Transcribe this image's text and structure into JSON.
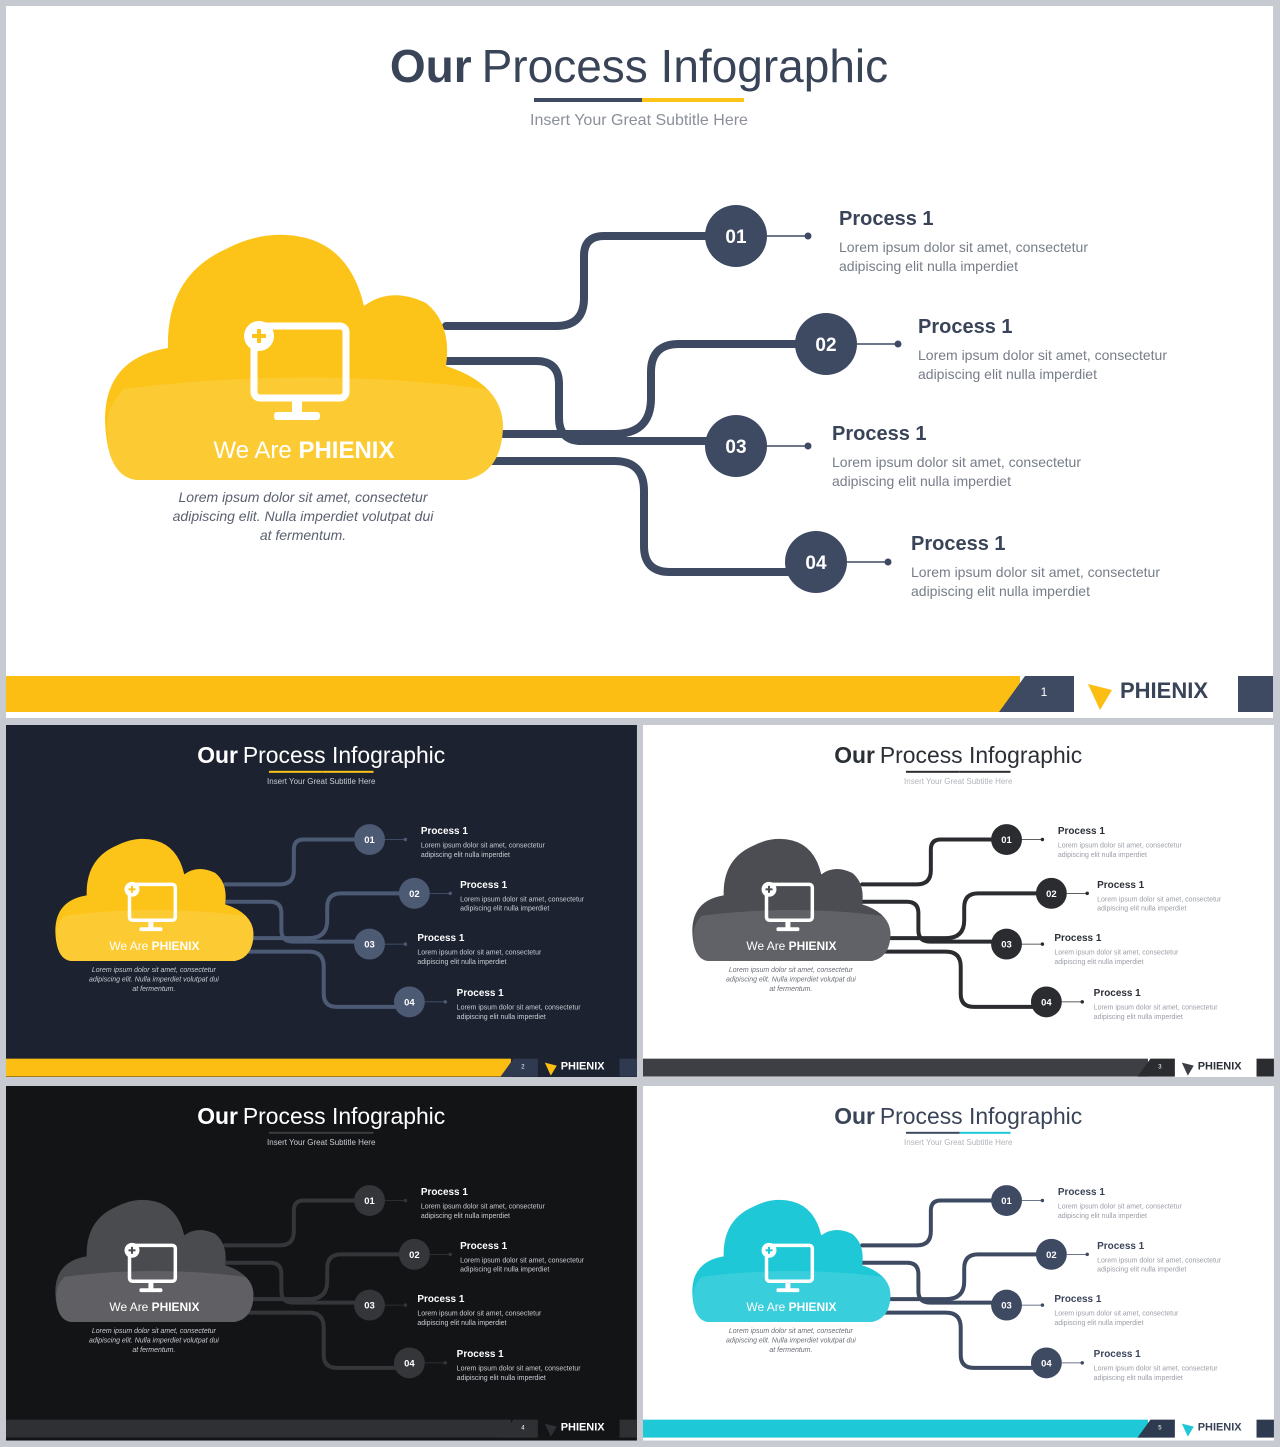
{
  "slides": [
    {
      "title_bold": "Our",
      "title_rest": "Process Infographic",
      "subtitle": "Insert  Your Great Subtitle Here",
      "cloud_label_light": "We Are ",
      "cloud_label_bold": "PHIENIX",
      "cloud_caption": [
        "Lorem ipsum dolor sit amet, consectetur",
        "adipiscing elit. Nulla imperdiet volutpat dui",
        "at fermentum."
      ],
      "steps": [
        {
          "number": "01",
          "title": "Process 1",
          "text": [
            "Lorem ipsum dolor sit amet, consectetur",
            "adipiscing elit nulla imperdiet"
          ]
        },
        {
          "number": "02",
          "title": "Process 1",
          "text": [
            "Lorem ipsum dolor sit amet, consectetur",
            "adipiscing elit nulla imperdiet"
          ]
        },
        {
          "number": "03",
          "title": "Process 1",
          "text": [
            "Lorem ipsum dolor sit amet, consectetur",
            "adipiscing elit nulla imperdiet"
          ]
        },
        {
          "number": "04",
          "title": "Process 1",
          "text": [
            "Lorem ipsum dolor sit amet, consectetur",
            "adipiscing elit nulla imperdiet"
          ]
        }
      ],
      "page_number": "1",
      "brand": "PHIENIX",
      "theme": {
        "bg": "#ffffff",
        "title": "#3a4458",
        "subtitle": "#8a8f99",
        "cloud": "#fcc419",
        "connector": "#3e4a62",
        "circle": "#3e4a62",
        "proc_title": "#3a4458",
        "proc_text": "#777d88",
        "caption": "#5b6170",
        "bar": "#fcbe12",
        "tab": "#3e4a62",
        "logo": "#fcbe12",
        "brand": "#3a4458",
        "underline_left": "#3e4a62",
        "underline_right": "#fcc419"
      }
    },
    {
      "title_bold": "Our",
      "title_rest": "Process Infographic",
      "subtitle": "Insert  Your Great Subtitle Here",
      "cloud_label_light": "We Are ",
      "cloud_label_bold": "PHIENIX",
      "cloud_caption": [
        "Lorem ipsum dolor sit amet, consectetur",
        "adipiscing elit. Nulla imperdiet volutpat dui",
        "at fermentum."
      ],
      "steps": [
        {
          "number": "01",
          "title": "Process 1",
          "text": [
            "Lorem ipsum dolor sit amet, consectetur",
            "adipiscing elit nulla imperdiet"
          ]
        },
        {
          "number": "02",
          "title": "Process 1",
          "text": [
            "Lorem ipsum dolor sit amet, consectetur",
            "adipiscing elit nulla imperdiet"
          ]
        },
        {
          "number": "03",
          "title": "Process 1",
          "text": [
            "Lorem ipsum dolor sit amet, consectetur",
            "adipiscing elit nulla imperdiet"
          ]
        },
        {
          "number": "04",
          "title": "Process 1",
          "text": [
            "Lorem ipsum dolor sit amet, consectetur",
            "adipiscing elit nulla imperdiet"
          ]
        }
      ],
      "page_number": "2",
      "brand": "PHIENIX",
      "theme": {
        "bg": "#1c2230",
        "title": "#ffffff",
        "subtitle": "#c9ccd3",
        "cloud": "#fcc419",
        "connector": "#4d5a74",
        "circle": "#4d5a74",
        "proc_title": "#ffffff",
        "proc_text": "#c9ccd3",
        "caption": "#c9ccd3",
        "bar": "#fcbe12",
        "tab": "#2f3a50",
        "logo": "#fcbe12",
        "brand": "#ffffff",
        "underline_left": "#fcc419",
        "underline_right": "#fcc419"
      }
    },
    {
      "title_bold": "Our",
      "title_rest": "Process Infographic",
      "subtitle": "Insert  Your Great Subtitle Here",
      "cloud_label_light": "We Are ",
      "cloud_label_bold": "PHIENIX",
      "cloud_caption": [
        "Lorem ipsum dolor sit amet, consectetur",
        "adipiscing elit. Nulla imperdiet volutpat dui",
        "at fermentum."
      ],
      "steps": [
        {
          "number": "01",
          "title": "Process 1",
          "text": [
            "Lorem ipsum dolor sit amet, consectetur",
            "adipiscing elit nulla imperdiet"
          ]
        },
        {
          "number": "02",
          "title": "Process 1",
          "text": [
            "Lorem ipsum dolor sit amet, consectetur",
            "adipiscing elit nulla imperdiet"
          ]
        },
        {
          "number": "03",
          "title": "Process 1",
          "text": [
            "Lorem ipsum dolor sit amet, consectetur",
            "adipiscing elit nulla imperdiet"
          ]
        },
        {
          "number": "04",
          "title": "Process 1",
          "text": [
            "Lorem ipsum dolor sit amet, consectetur",
            "adipiscing elit nulla imperdiet"
          ]
        }
      ],
      "page_number": "3",
      "brand": "PHIENIX",
      "theme": {
        "bg": "#ffffff",
        "title": "#2b2f36",
        "subtitle": "#b0b4ba",
        "cloud": "#4b4d52",
        "connector": "#2a2c30",
        "circle": "#2a2c30",
        "proc_title": "#2b2f36",
        "proc_text": "#9a9ea6",
        "caption": "#6a6e76",
        "bar": "#3d3f44",
        "tab": "#2a2c30",
        "logo": "#3d3f44",
        "brand": "#2b2f36",
        "underline_left": "#2a2c30",
        "underline_right": "#2a2c30"
      }
    },
    {
      "title_bold": "Our",
      "title_rest": "Process Infographic",
      "subtitle": "Insert  Your Great Subtitle Here",
      "cloud_label_light": "We Are ",
      "cloud_label_bold": "PHIENIX",
      "cloud_caption": [
        "Lorem ipsum dolor sit amet, consectetur",
        "adipiscing elit. Nulla imperdiet volutpat dui",
        "at fermentum."
      ],
      "steps": [
        {
          "number": "01",
          "title": "Process 1",
          "text": [
            "Lorem ipsum dolor sit amet, consectetur",
            "adipiscing elit nulla imperdiet"
          ]
        },
        {
          "number": "02",
          "title": "Process 1",
          "text": [
            "Lorem ipsum dolor sit amet, consectetur",
            "adipiscing elit nulla imperdiet"
          ]
        },
        {
          "number": "03",
          "title": "Process 1",
          "text": [
            "Lorem ipsum dolor sit amet, consectetur",
            "adipiscing elit nulla imperdiet"
          ]
        },
        {
          "number": "04",
          "title": "Process 1",
          "text": [
            "Lorem ipsum dolor sit amet, consectetur",
            "adipiscing elit nulla imperdiet"
          ]
        }
      ],
      "page_number": "4",
      "brand": "PHIENIX",
      "theme": {
        "bg": "#131416",
        "title": "#ffffff",
        "subtitle": "#c9ccd3",
        "cloud": "#4a4b4f",
        "connector": "#34363a",
        "circle": "#34363a",
        "proc_title": "#ffffff",
        "proc_text": "#c9ccd3",
        "caption": "#c9ccd3",
        "bar": "#2e3034",
        "tab": "#2e3034",
        "logo": "#2e3034",
        "brand": "#ffffff",
        "underline_left": "#3a3c40",
        "underline_right": "#3a3c40"
      }
    },
    {
      "title_bold": "Our",
      "title_rest": "Process Infographic",
      "subtitle": "Insert  Your Great Subtitle Here",
      "cloud_label_light": "We Are ",
      "cloud_label_bold": "PHIENIX",
      "cloud_caption": [
        "Lorem ipsum dolor sit amet, consectetur",
        "adipiscing elit. Nulla imperdiet volutpat dui",
        "at fermentum."
      ],
      "steps": [
        {
          "number": "01",
          "title": "Process 1",
          "text": [
            "Lorem ipsum dolor sit amet, consectetur",
            "adipiscing elit nulla imperdiet"
          ]
        },
        {
          "number": "02",
          "title": "Process 1",
          "text": [
            "Lorem ipsum dolor sit amet, consectetur",
            "adipiscing elit nulla imperdiet"
          ]
        },
        {
          "number": "03",
          "title": "Process 1",
          "text": [
            "Lorem ipsum dolor sit amet, consectetur",
            "adipiscing elit nulla imperdiet"
          ]
        },
        {
          "number": "04",
          "title": "Process 1",
          "text": [
            "Lorem ipsum dolor sit amet, consectetur",
            "adipiscing elit nulla imperdiet"
          ]
        }
      ],
      "page_number": "5",
      "brand": "PHIENIX",
      "theme": {
        "bg": "#ffffff",
        "title": "#3a4458",
        "subtitle": "#b0b4ba",
        "cloud": "#1ec8d6",
        "connector": "#3e4a62",
        "circle": "#3e4a62",
        "proc_title": "#3a4458",
        "proc_text": "#9a9ea6",
        "caption": "#6a6e76",
        "bar": "#1ec8d6",
        "tab": "#2e3a50",
        "logo": "#1ec8d6",
        "brand": "#3a4458",
        "underline_left": "#3e4a62",
        "underline_right": "#1ec8d6"
      }
    }
  ]
}
